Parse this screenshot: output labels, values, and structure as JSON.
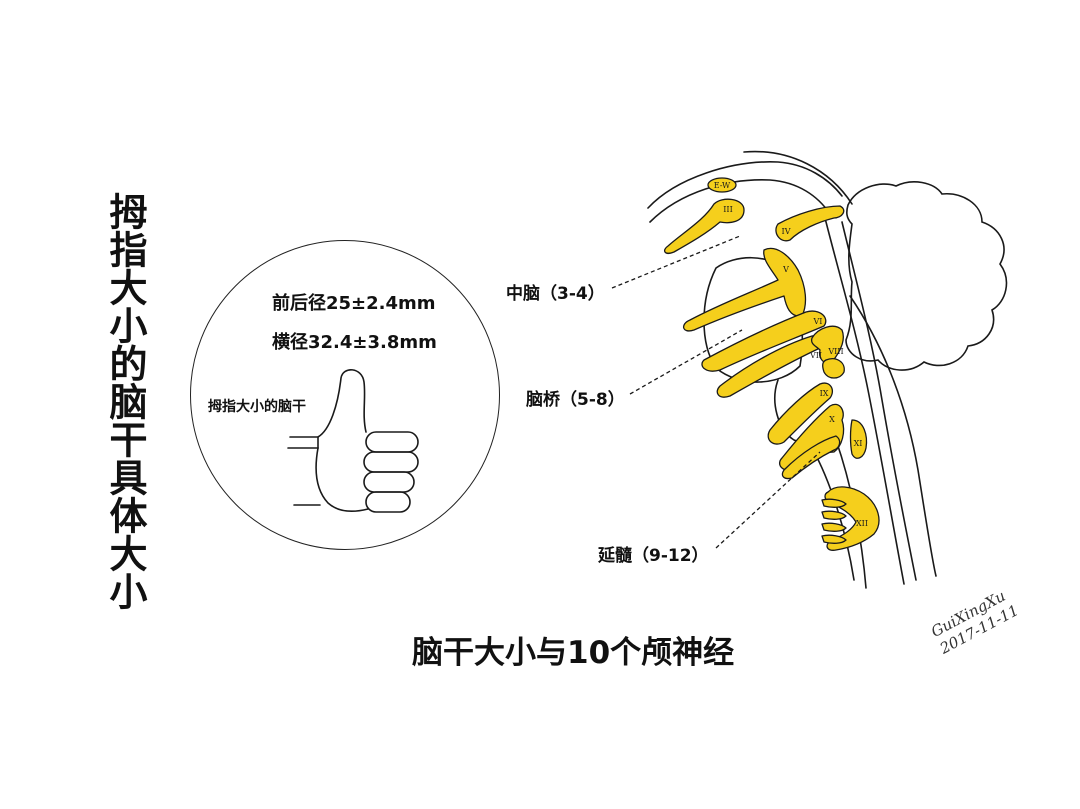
{
  "title_vertical": "拇指大小的脑干具体大小",
  "circle": {
    "measure_ap": "前后径25±2.4mm",
    "measure_transverse": "横径32.4±3.8mm",
    "thumb_label": "拇指大小的脑干"
  },
  "labels": {
    "midbrain": "中脑（3-4）",
    "pons": "脑桥（5-8）",
    "medulla": "延髓（9-12）"
  },
  "nerve_marks": [
    "E-W",
    "III",
    "IV",
    "V",
    "VI",
    "VII",
    "VIII",
    "IX",
    "X",
    "XI",
    "XII"
  ],
  "caption": "脑干大小与10个颅神经",
  "signature": {
    "name": "GuiXingXu",
    "date": "2017-11-11"
  },
  "colors": {
    "nerve_fill": "#f5cf1c",
    "line": "#1a1a1a",
    "background": "#ffffff"
  }
}
